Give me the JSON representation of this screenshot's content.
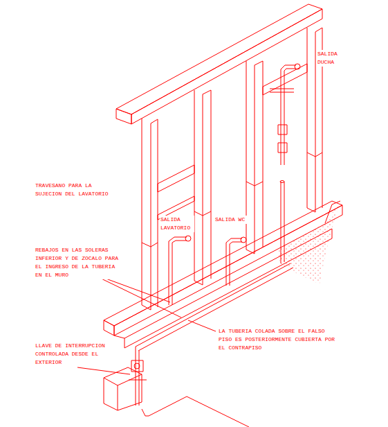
{
  "diagram": {
    "labels": [
      "TRAVESANO PARA LA SUJECION DEL LAVATORIO",
      "SALIDA DUCHA",
      "SALIDA LAVATORIO",
      "SALIDA WC",
      "REBAJOS EN LAS SOLERAS INFERIOR Y DE ZOCALO PARA EL INGRESO DE LA TUBERIA EN EL MURO",
      "LA TUBERIA COLADA SOBRE EL FALSO PISO ES POSTERIORMENTE CUBIERTA POR EL CONTRAPISO",
      "LLAVE DE INTERRUPCION CONTROLADA DESDE EL EXTERIOR"
    ]
  }
}
